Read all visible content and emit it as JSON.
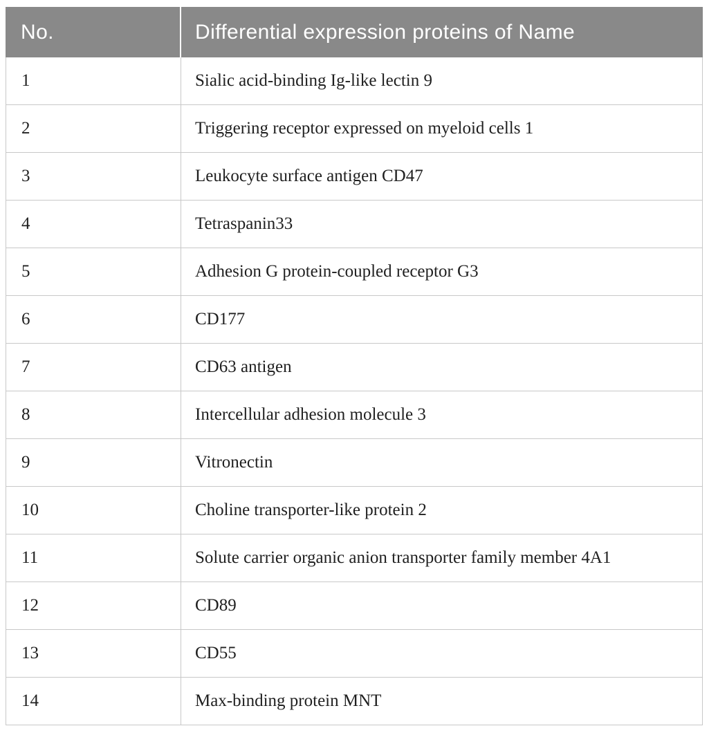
{
  "table": {
    "header": {
      "no_label": "No.",
      "name_label": "Differential expression proteins of Name",
      "background": "#898989",
      "text_color": "#ffffff"
    },
    "style": {
      "border_color": "#c8c8c8",
      "body_text_color": "#1f1f1f"
    },
    "rows": [
      {
        "no": "1",
        "name": "Sialic acid-binding Ig-like lectin 9"
      },
      {
        "no": "2",
        "name": "Triggering receptor expressed on myeloid cells 1"
      },
      {
        "no": "3",
        "name": "Leukocyte surface antigen CD47"
      },
      {
        "no": "4",
        "name": "Tetraspanin33"
      },
      {
        "no": "5",
        "name": "Adhesion G protein-coupled receptor G3"
      },
      {
        "no": "6",
        "name": "CD177"
      },
      {
        "no": "7",
        "name": "CD63 antigen"
      },
      {
        "no": "8",
        "name": "Intercellular adhesion molecule 3"
      },
      {
        "no": "9",
        "name": "Vitronectin"
      },
      {
        "no": "10",
        "name": "Choline transporter-like protein 2"
      },
      {
        "no": "11",
        "name": "Solute carrier organic anion transporter family member 4A1"
      },
      {
        "no": "12",
        "name": "CD89"
      },
      {
        "no": "13",
        "name": "CD55"
      },
      {
        "no": "14",
        "name": "Max-binding protein MNT"
      }
    ]
  }
}
